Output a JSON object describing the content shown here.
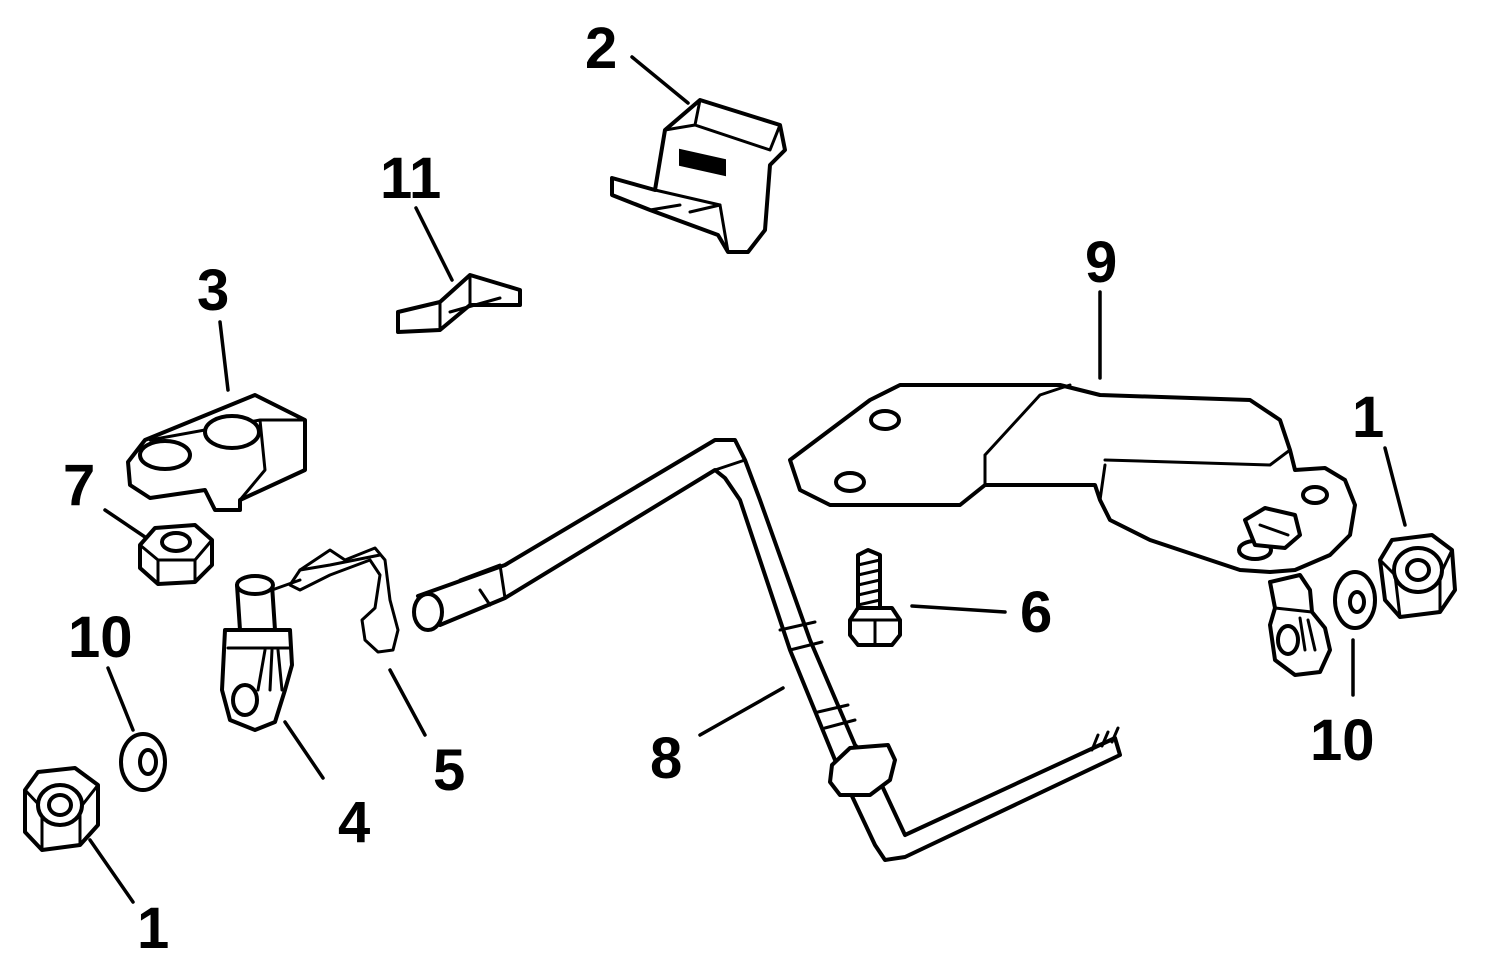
{
  "diagram": {
    "colors": {
      "line": "#000000",
      "background": "#ffffff"
    },
    "callouts": {
      "c2": "2",
      "c11": "11",
      "c3": "3",
      "c9": "9",
      "c7": "7",
      "c1_right": "1",
      "c6": "6",
      "c10_left": "10",
      "c5": "5",
      "c8": "8",
      "c10_right": "10",
      "c4": "4",
      "c1_left": "1"
    }
  }
}
